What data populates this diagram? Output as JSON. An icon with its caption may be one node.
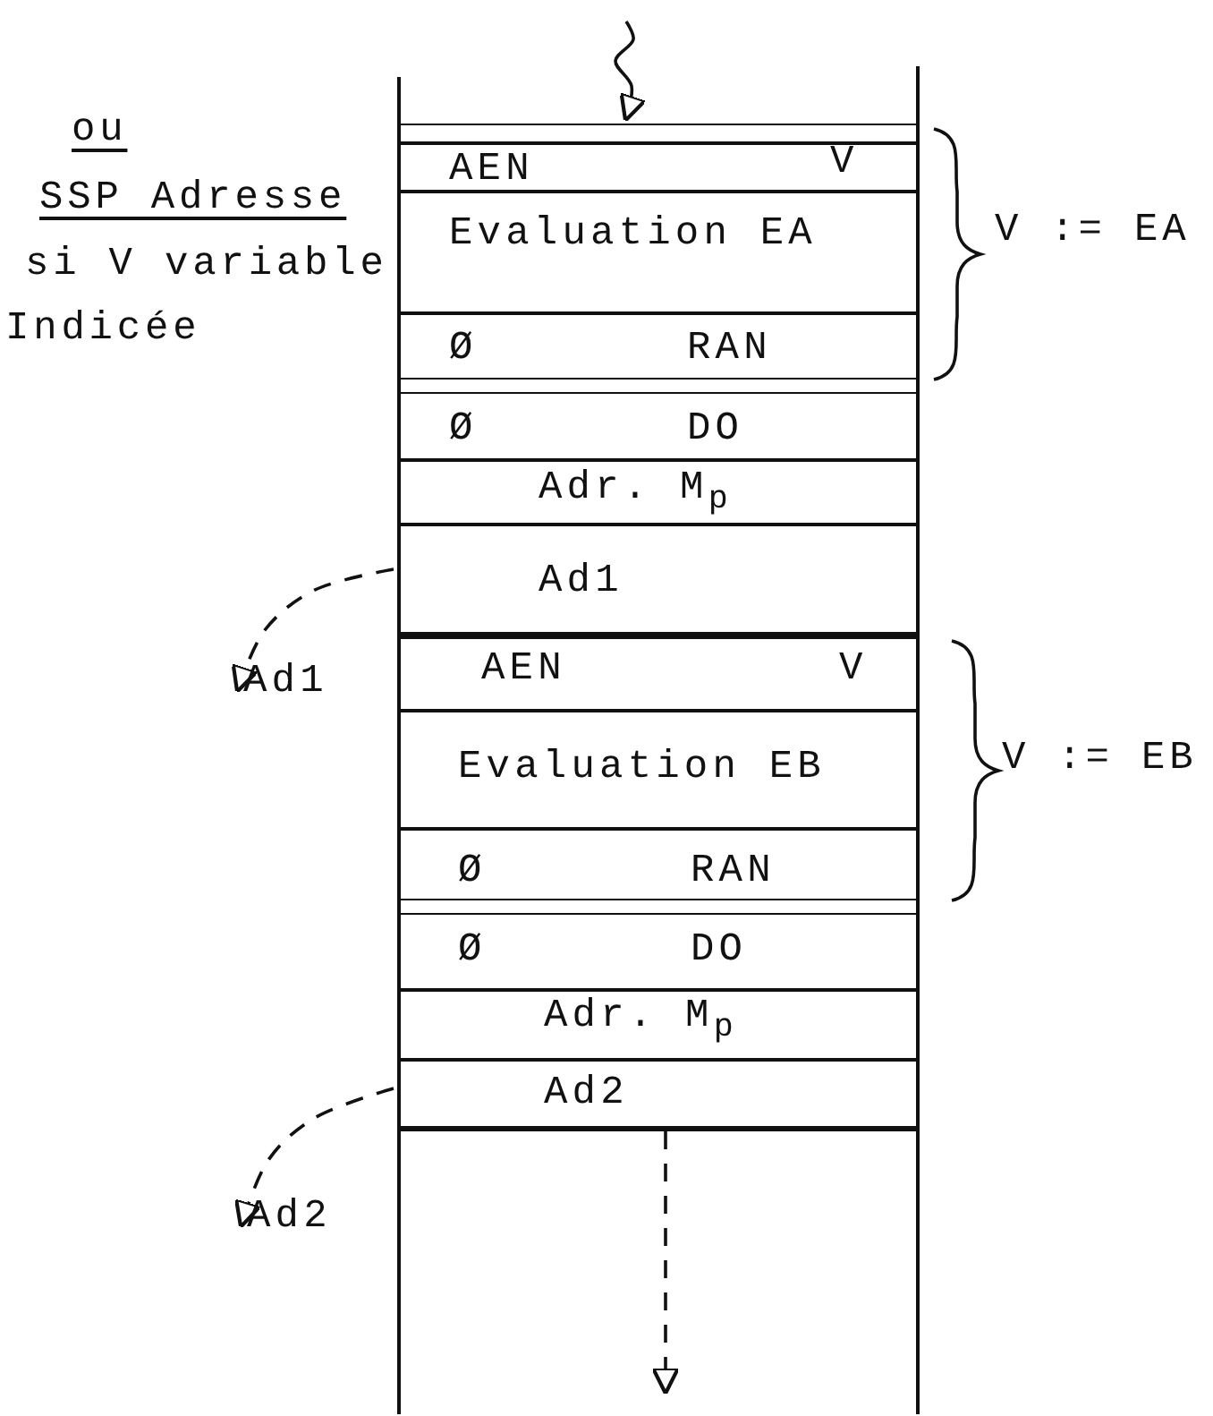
{
  "diagram": {
    "nodes": [
      {
        "text": [
          "AEN",
          "V"
        ]
      },
      {
        "text": [
          "Evaluation EA"
        ]
      },
      {
        "text": [
          "Ø",
          "RAN"
        ]
      },
      {
        "text": [
          "Ø",
          "DO"
        ]
      },
      {
        "text": [
          "Adr. M$_{p}$"
        ]
      },
      {
        "text": [
          "Ad1"
        ]
      },
      {
        "text": [
          "AEN",
          "V"
        ]
      },
      {
        "text": [
          "Evaluation EB"
        ]
      },
      {
        "text": [
          "Ø",
          "RAN"
        ]
      },
      {
        "text": [
          "Ø",
          "DO"
        ]
      },
      {
        "text": [
          "Adr. M$_{p}$"
        ]
      },
      {
        "text": [
          "Ad2"
        ]
      },
      {
        "text": [
          "Ad1"
        ]
      },
      {
        "text": [
          "Ad2"
        ]
      }
    ],
    "edges": [
      {
        "from": null,
        "to": 0,
        "arrow": "to"
      },
      {
        "from": 5,
        "to": 12,
        "arrow": "to",
        "style": "dashed"
      },
      {
        "from": 11,
        "to": 13,
        "arrow": "to",
        "style": "dashed"
      },
      {
        "from": 11,
        "to": null,
        "arrow": "to",
        "style": "dashed"
      }
    ],
    "labels": [
      "ou",
      "SSP Adresse",
      "si V variable",
      "Indicée",
      "V := EA",
      "V := EB"
    ]
  }
}
